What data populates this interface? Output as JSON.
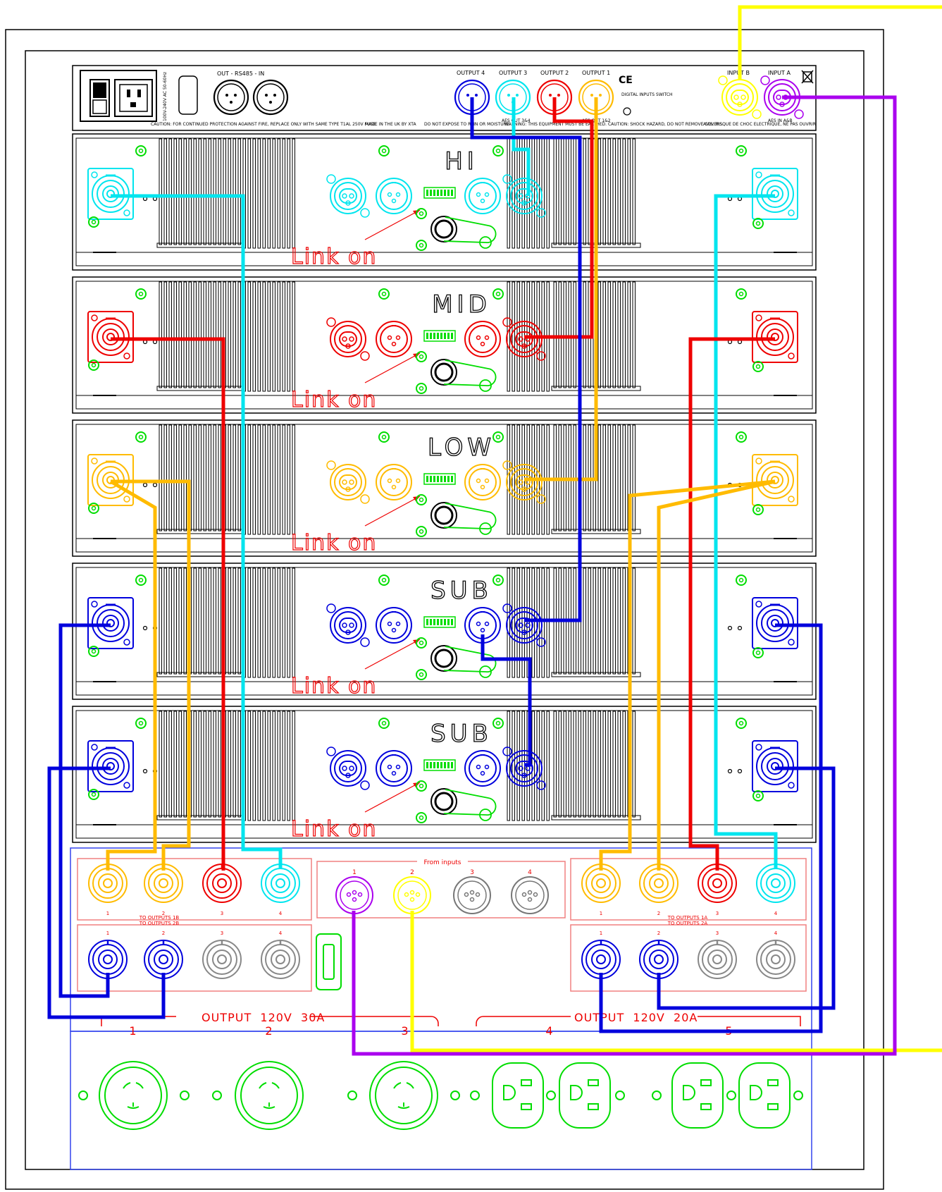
{
  "processor": {
    "rs485_label": "OUT - RS485 - IN",
    "output_labels": [
      "OUTPUT 4",
      "OUTPUT 3",
      "OUTPUT 2",
      "OUTPUT 1"
    ],
    "input_labels": [
      "INPUT B",
      "INPUT A"
    ],
    "aes_label_34": "AES OUT 3&4",
    "aes_label_12": "AES OUT 1&2",
    "aes_in_label": "AES IN A&B",
    "digital_switch_label": "DIGITAL INPUTS SWITCH",
    "caution_fuse": "CAUTION: FOR CONTINUED PROTECTION AGAINST FIRE, REPLACE ONLY WITH SAME TYPE T1AL 250V FUSE.",
    "made_in": "MADE IN THE UK BY XTA",
    "rain_warning": "DO NOT EXPOSE TO RAIN OR MOISTURE.",
    "earth_warning": "WARNING: THIS EQUIPMENT MUST BE EARTHED. CAUTION: SHOCK HAZARD, DO NOT REMOVE COVERS.",
    "french_warning": "AVIS: RISQUE DE CHOC ELECTRIQUE, NE PAS OUVRIR",
    "voltage_label": "100V-240V AC 50-60Hz"
  },
  "amplifiers": [
    {
      "label": "HI",
      "link_text": "Link on"
    },
    {
      "label": "MID",
      "link_text": "Link on"
    },
    {
      "label": "LOW",
      "link_text": "Link on"
    },
    {
      "label": "SUB",
      "link_text": "Link on"
    },
    {
      "label": "SUB",
      "link_text": "Link on"
    }
  ],
  "speaker_panel": {
    "left_numbers": [
      "1",
      "2",
      "3",
      "4"
    ],
    "right_numbers": [
      "1",
      "2",
      "3",
      "4"
    ],
    "left_caption": [
      "TO OUTPUTS 1B",
      "TO OUTPUTS 2B"
    ],
    "right_caption": [
      "TO OUTPUTS 1A",
      "TO OUTPUTS 2A"
    ],
    "inputs_title": "From inputs",
    "inputs_numbers": [
      "1",
      "2",
      "3",
      "4"
    ]
  },
  "power_panel": {
    "left_title": "OUTPUT  120V  30A",
    "right_title": "OUTPUT  120V  20A",
    "numbers": [
      "1",
      "2",
      "3",
      "4",
      "5"
    ]
  },
  "colors": {
    "hi": "#00e5ee",
    "mid": "#ee0000",
    "low": "#ffbb00",
    "sub": "#0000dd",
    "input_b": "#ffff00",
    "input_a": "#aa00ee",
    "ground": "#00dd00",
    "panel_outline": "#f08080",
    "power_outline": "#3344ee"
  }
}
